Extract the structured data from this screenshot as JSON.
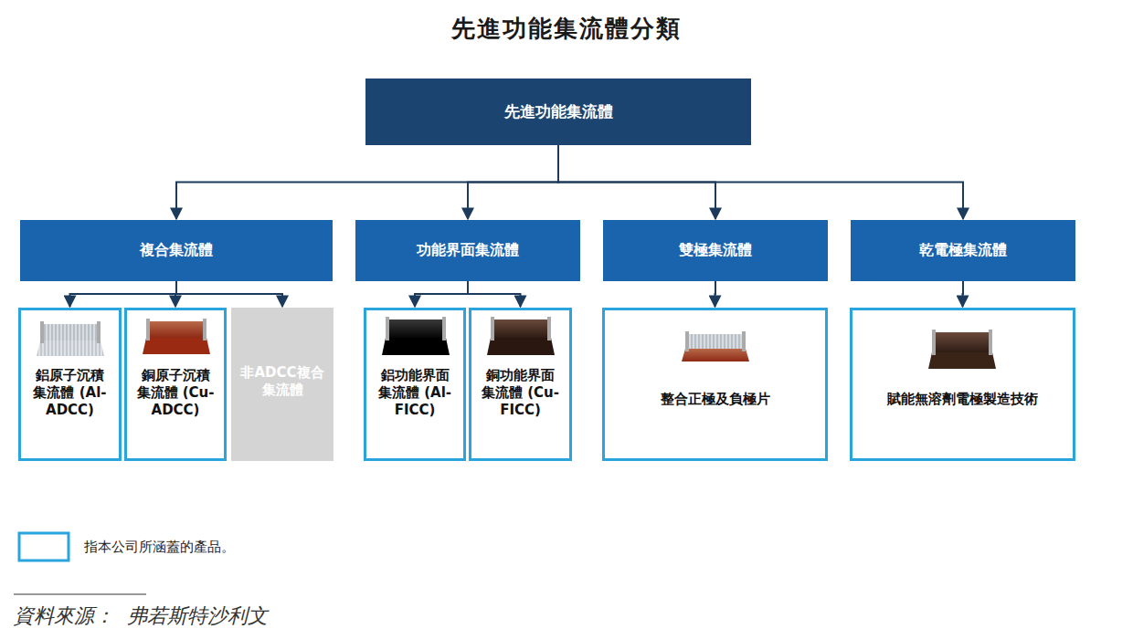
{
  "diagram": {
    "title": "先進功能集流體分類",
    "nodes": [
      {
        "text": [
          "先進功能集流體"
        ]
      },
      {
        "text": [
          "複合集流體"
        ]
      },
      {
        "text": [
          "功能界面集流體"
        ]
      },
      {
        "text": [
          "雙極集流體"
        ]
      },
      {
        "text": [
          "乾電極集流體"
        ]
      },
      {
        "text": [
          "鋁原子沉積集流體 (Al-ADCC)"
        ]
      },
      {
        "text": [
          "銅原子沉積集流體 (Cu-ADCC)"
        ]
      },
      {
        "text": [
          "非ADCC複合集流體"
        ]
      },
      {
        "text": [
          "鋁功能界面集流體 (Al-FICC)"
        ]
      },
      {
        "text": [
          "銅功能界面集流體 (Cu-FICC)"
        ]
      },
      {
        "text": [
          "整合正極及負極片"
        ]
      },
      {
        "text": [
          "賦能無溶劑電極製造技術"
        ]
      }
    ],
    "edges": [
      {
        "from": 0,
        "to": 1,
        "arrow": "to"
      },
      {
        "from": 0,
        "to": 2,
        "arrow": "to"
      },
      {
        "from": 0,
        "to": 3,
        "arrow": "to"
      },
      {
        "from": 0,
        "to": 4,
        "arrow": "to"
      },
      {
        "from": 1,
        "to": 5,
        "arrow": "to"
      },
      {
        "from": 1,
        "to": 6,
        "arrow": "to"
      },
      {
        "from": 1,
        "to": 7,
        "arrow": "to"
      },
      {
        "from": 2,
        "to": 8,
        "arrow": "to"
      },
      {
        "from": 2,
        "to": 9,
        "arrow": "to"
      },
      {
        "from": 3,
        "to": 10,
        "arrow": "to"
      },
      {
        "from": 4,
        "to": 11,
        "arrow": "to"
      }
    ],
    "labels": [
      "資料來源：  弗若斯特沙利文"
    ],
    "legend": [
      {
        "text": "指本公司所涵蓋的產品。"
      }
    ]
  }
}
